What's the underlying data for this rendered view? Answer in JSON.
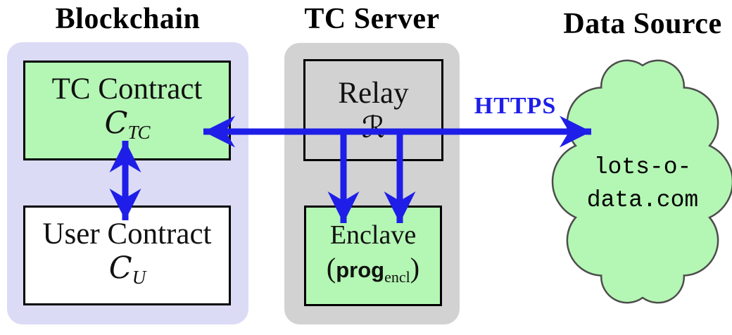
{
  "colors": {
    "accent_blue": "#1e1ee8",
    "box_green": "#b4f6b4",
    "blockchain_purple": "#dbdbf6",
    "server_gray": "#d2d2d2",
    "cloud_border": "#4d4d4d"
  },
  "blockchain": {
    "title": "Blockchain",
    "tc_contract": {
      "label": "TC Contract",
      "symbol": "C",
      "symbol_sub": "TC"
    },
    "user_contract": {
      "label": "User Contract",
      "symbol": "C",
      "symbol_sub": "U"
    }
  },
  "tc_server": {
    "title": "TC Server",
    "relay": {
      "label": "Relay",
      "symbol": "ℛ"
    },
    "enclave": {
      "label": "Enclave",
      "open_paren": "(",
      "program": "prog",
      "program_sub": "encl",
      "close_paren": ")"
    }
  },
  "data_source": {
    "title": "Data Source",
    "domain_line1": "lots-o-",
    "domain_line2": "data.com"
  },
  "connections": {
    "https_label": "HTTPS"
  }
}
